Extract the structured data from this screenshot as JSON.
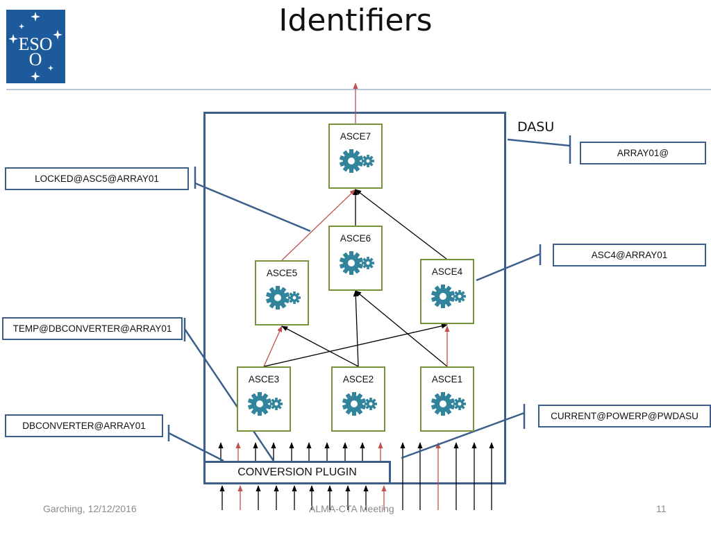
{
  "header": {
    "title": "Identifiers",
    "logo_text": "ESO",
    "logo_color": "#1d5a9b"
  },
  "diagram": {
    "container_label": "DASU",
    "components": [
      {
        "id": "asce7",
        "label": "ASCE7"
      },
      {
        "id": "asce6",
        "label": "ASCE6"
      },
      {
        "id": "asce5",
        "label": "ASCE5"
      },
      {
        "id": "asce4",
        "label": "ASCE4"
      },
      {
        "id": "asce3",
        "label": "ASCE3"
      },
      {
        "id": "asce2",
        "label": "ASCE2"
      },
      {
        "id": "asce1",
        "label": "ASCE1"
      }
    ],
    "identifiers": {
      "array01": "ARRAY01@",
      "locked": "LOCKED@ASC5@ARRAY01",
      "asc4": "ASC4@ARRAY01",
      "temp": "TEMP@DBCONVERTER@ARRAY01",
      "current": "CURRENT@POWERP@PWDASU",
      "dbconverter": "DBCONVERTER@ARRAY01"
    },
    "plugin_label": "CONVERSION PLUGIN",
    "colors": {
      "box_border": "#3b5e8a",
      "component_border": "#76923c",
      "gear": "#31849b",
      "red_arrow": "#c0504d",
      "black_arrow": "#000000"
    }
  },
  "footer": {
    "location_date": "Garching, 12/12/2016",
    "event": "ALMA-CTA Meeting",
    "page_number": "11"
  }
}
